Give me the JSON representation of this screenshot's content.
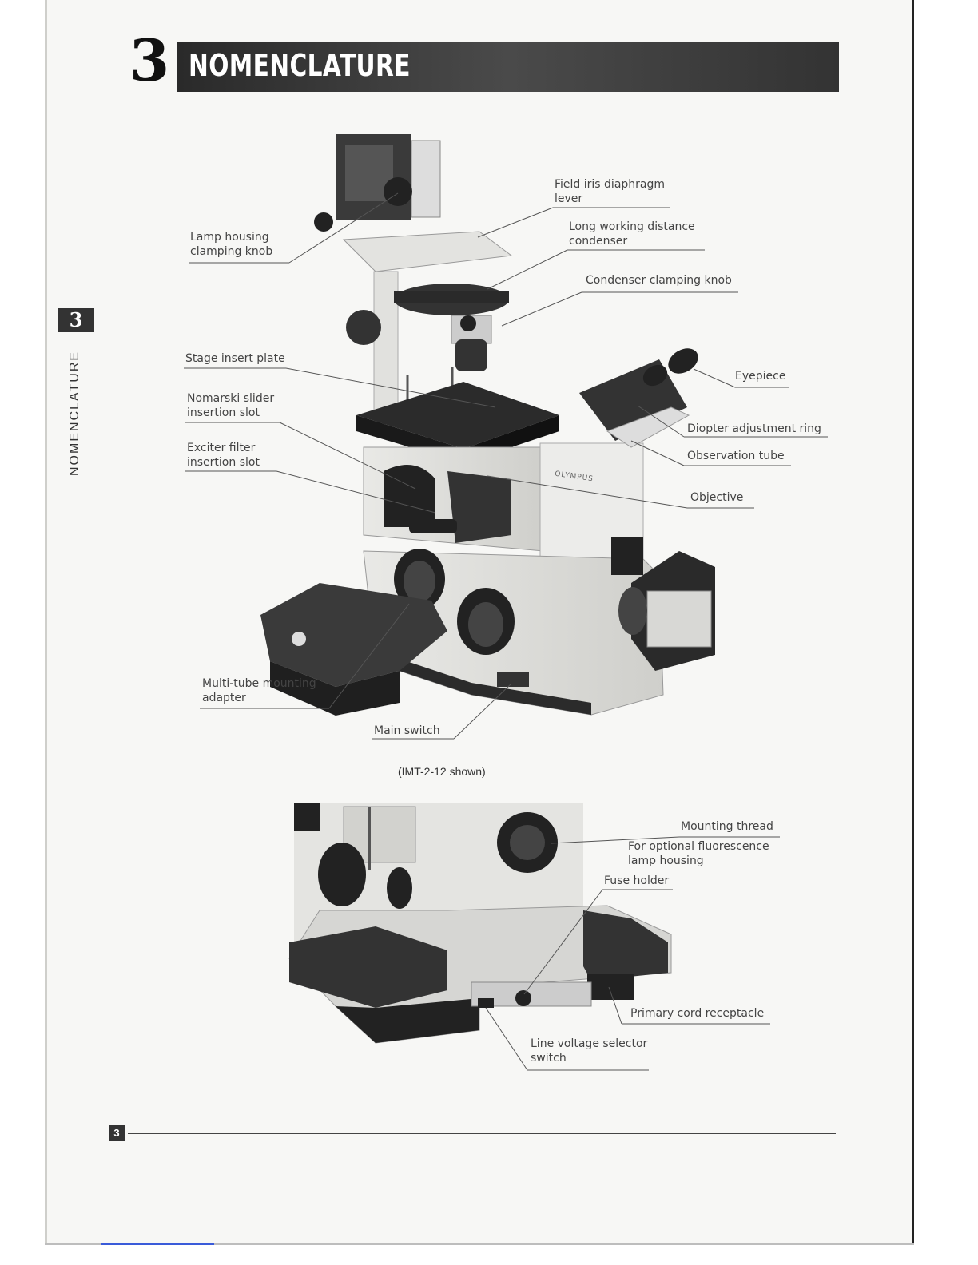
{
  "header": {
    "section_number": "3",
    "title": "NOMENCLATURE"
  },
  "side_tab": {
    "number": "3",
    "text": "NOMENCLATURE"
  },
  "figure1": {
    "labels": {
      "field_iris": "Field iris diaphragm\nlever",
      "lamp_housing": "Lamp housing\nclamping knob",
      "long_working": "Long working distance\ncondenser",
      "condenser_knob": "Condenser clamping knob",
      "stage_insert": "Stage insert plate",
      "eyepiece": "Eyepiece",
      "nomarski": "Nomarski slider\ninsertion slot",
      "diopter": "Diopter adjustment ring",
      "exciter": "Exciter filter\ninsertion slot",
      "observation": "Observation tube",
      "objective": "Objective",
      "multi_tube": "Multi-tube mounting\nadapter",
      "main_switch": "Main switch",
      "brand": "OLYMPUS"
    },
    "caption": "(IMT-2-12 shown)"
  },
  "figure2": {
    "labels": {
      "mounting_thread": "Mounting thread",
      "fluorescence": "For optional fluorescence\nlamp housing",
      "fuse_holder": "Fuse holder",
      "primary_cord": "Primary cord receptacle",
      "line_voltage": "Line voltage selector\nswitch"
    }
  },
  "footer": {
    "page_number": "3"
  },
  "colors": {
    "title_bar": "#333333",
    "ink": "#444444",
    "paper": "#f7f7f5"
  }
}
